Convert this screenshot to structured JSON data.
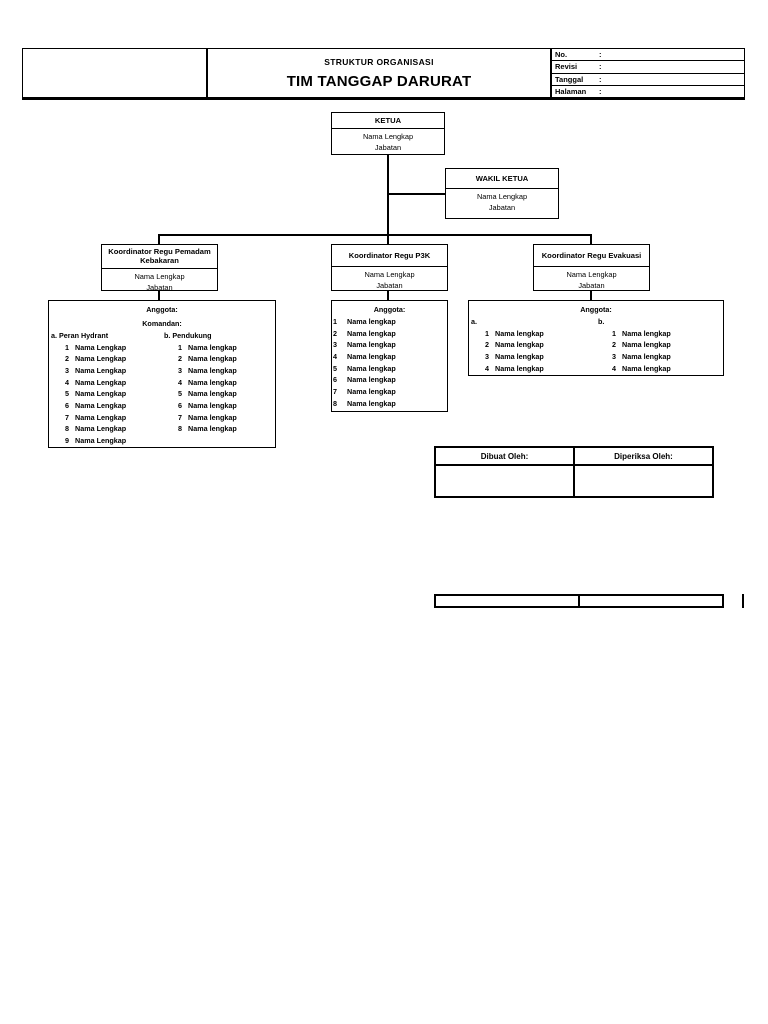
{
  "header": {
    "logo_cell": "",
    "subtitle": "STRUKTUR ORGANISASI",
    "title": "TIM TANGGAP DARURAT",
    "meta": [
      {
        "label": "No.",
        "colon": ":",
        "value": ""
      },
      {
        "label": "Revisi",
        "colon": ":",
        "value": ""
      },
      {
        "label": "Tanggal",
        "colon": ":",
        "value": ""
      },
      {
        "label": "Halaman",
        "colon": ":",
        "value": ""
      }
    ]
  },
  "chart_data": {
    "type": "diagram",
    "title": "TIM TANGGAP DARURAT",
    "nodes": {
      "ketua": {
        "title": "KETUA",
        "name_line": "Nama Lengkap",
        "position_line": "Jabatan"
      },
      "wakil_ketua": {
        "title": "WAKIL KETUA",
        "name_line": "Nama Lengkap",
        "position_line": "Jabatan"
      },
      "koord_pemadam": {
        "title": "Koordinator Regu Pemadam Kebakaran",
        "name_line": "Nama Lengkap",
        "position_line": "Jabatan"
      },
      "koord_p3k": {
        "title": "Koordinator Regu P3K",
        "name_line": "Nama Lengkap",
        "position_line": "Jabatan"
      },
      "koord_evakuasi": {
        "title": "Koordinator Regu Evakuasi",
        "name_line": "Nama Lengkap",
        "position_line": "Jabatan"
      }
    }
  },
  "members_pemadam": {
    "heading": "Anggota:",
    "subheading": "Komandan:",
    "col_a_label": "a. Peran Hydrant",
    "col_b_label": "b. Pendukung",
    "col_a": [
      {
        "num": "1",
        "name": "Nama Lengkap"
      },
      {
        "num": "2",
        "name": "Nama Lengkap"
      },
      {
        "num": "3",
        "name": "Nama Lengkap"
      },
      {
        "num": "4",
        "name": "Nama Lengkap"
      },
      {
        "num": "5",
        "name": "Nama Lengkap"
      },
      {
        "num": "6",
        "name": "Nama Lengkap"
      },
      {
        "num": "7",
        "name": "Nama Lengkap"
      },
      {
        "num": "8",
        "name": "Nama Lengkap"
      },
      {
        "num": "9",
        "name": "Nama Lengkap"
      }
    ],
    "col_b": [
      {
        "num": "1",
        "name": "Nama lengkap"
      },
      {
        "num": "2",
        "name": "Nama lengkap"
      },
      {
        "num": "3",
        "name": "Nama lengkap"
      },
      {
        "num": "4",
        "name": "Nama lengkap"
      },
      {
        "num": "5",
        "name": "Nama lengkap"
      },
      {
        "num": "6",
        "name": "Nama lengkap"
      },
      {
        "num": "7",
        "name": "Nama lengkap"
      },
      {
        "num": "8",
        "name": "Nama lengkap"
      }
    ]
  },
  "members_p3k": {
    "heading": "Anggota:",
    "list": [
      {
        "num": "1",
        "name": "Nama lengkap"
      },
      {
        "num": "2",
        "name": "Nama lengkap"
      },
      {
        "num": "3",
        "name": "Nama lengkap"
      },
      {
        "num": "4",
        "name": "Nama lengkap"
      },
      {
        "num": "5",
        "name": "Nama lengkap"
      },
      {
        "num": "6",
        "name": "Nama lengkap"
      },
      {
        "num": "7",
        "name": "Nama lengkap"
      },
      {
        "num": "8",
        "name": "Nama lengkap"
      }
    ]
  },
  "members_evakuasi": {
    "heading": "Anggota:",
    "col_a_label": "a.",
    "col_b_label": "b.",
    "col_a": [
      {
        "num": "1",
        "name": "Nama lengkap"
      },
      {
        "num": "2",
        "name": "Nama lengkap"
      },
      {
        "num": "3",
        "name": "Nama lengkap"
      },
      {
        "num": "4",
        "name": "Nama lengkap"
      }
    ],
    "col_b": [
      {
        "num": "1",
        "name": "Nama lengkap"
      },
      {
        "num": "2",
        "name": "Nama lengkap"
      },
      {
        "num": "3",
        "name": "Nama lengkap"
      },
      {
        "num": "4",
        "name": "Nama lengkap"
      }
    ]
  },
  "signature": {
    "made_by_label": "Dibuat Oleh:",
    "checked_by_label": "Diperiksa Oleh:",
    "made_by_value": "",
    "checked_by_value": ""
  },
  "bottom_table": {
    "cell_left": "",
    "cell_right": ""
  },
  "colors": {
    "ink": "#000000",
    "paper": "#ffffff"
  }
}
